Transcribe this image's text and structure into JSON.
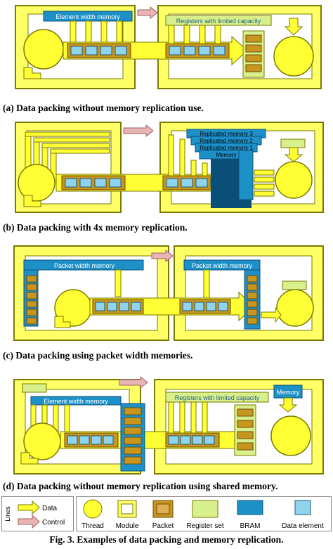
{
  "colors": {
    "module_fill": "#ffff66",
    "module_stroke": "#7a7a00",
    "thread_fill": "#ffff33",
    "packet_fill": "#c8961e",
    "register_fill": "#d8f08c",
    "bram_fill": "#1e90c8",
    "bram_shadow": "#0a4f78",
    "data_element": "#8fd3ec",
    "control_arrow": "#e8b4b4"
  },
  "panels": {
    "a": {
      "caption": "(a) Data packing without memory replication use.",
      "label_left": "Element width memory",
      "label_right": "Registers with limited capacity"
    },
    "b": {
      "caption": "(b) Data packing with 4x memory replication.",
      "labels": [
        "Replicated memory 3",
        "Replicated memory 2",
        "Replicated memory 1",
        "Memory"
      ]
    },
    "c": {
      "caption": "(c) Data packing using packet width memories.",
      "label_left": "Packet width memory",
      "label_right": "Packet width memory"
    },
    "d": {
      "caption": "(d) Data packing without memory replication using shared memory.",
      "label_left": "Element width memory",
      "label_right": "Registers with limited capacity",
      "label_memory": "Memory"
    }
  },
  "legend": {
    "lines_label": "Lines",
    "data_label": "Data",
    "control_label": "Control",
    "items": [
      "Thread",
      "Module",
      "Packet",
      "Register set",
      "BRAM",
      "Data element"
    ]
  },
  "figure_caption": "Fig. 3. Examples of data packing and memory replication."
}
